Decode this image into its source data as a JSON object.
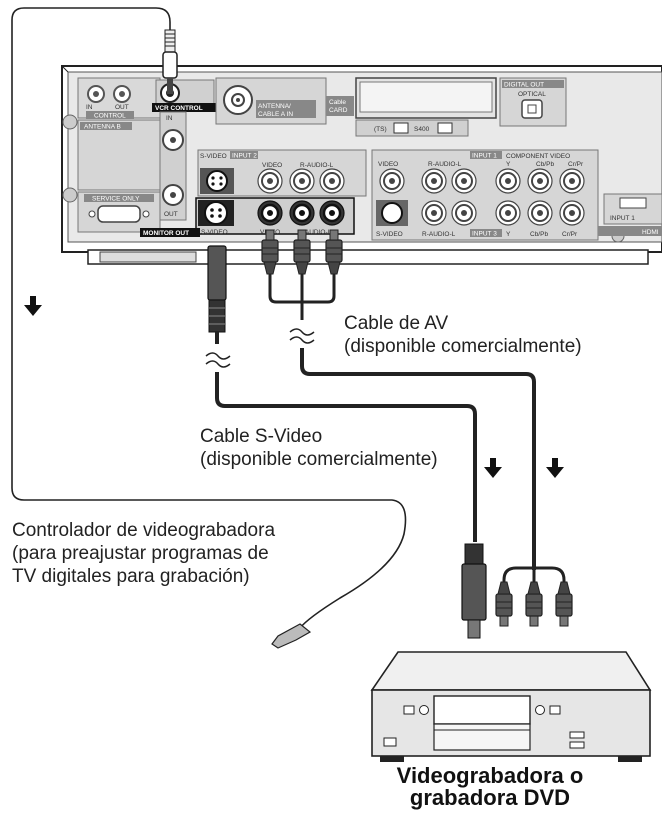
{
  "panel": {
    "vcr_control": "VCR CONTROL",
    "in": "IN",
    "out": "OUT",
    "control": "CONTROL",
    "antenna_b": "ANTENNA B",
    "antenna_a": "ANTENNA/",
    "cable_a_in": "CABLE A IN",
    "cable_card_1": "Cable",
    "cable_card_2": "CARD",
    "ts": "(TS)",
    "s400": "S400",
    "digital_out": "DIGITAL OUT",
    "optical": "OPTICAL",
    "service_only": "SERVICE ONLY",
    "input2": "INPUT 2",
    "input1": "INPUT 1",
    "input3": "INPUT 3",
    "s_video": "S-VIDEO",
    "video": "VIDEO",
    "r_audio_l": "R-AUDIO-L",
    "component_video": "COMPONENT VIDEO",
    "y": "Y",
    "cb_pb": "Cb/Pb",
    "cr_pr": "Cr/Pr",
    "monitor_out": "MONITOR OUT",
    "input1_hdmi": "INPUT 1",
    "hdmi": "HDMI"
  },
  "labels": {
    "av_cable": "Cable de AV",
    "av_cable_note": "(disponible comercialmente)",
    "svideo_cable": "Cable S-Video",
    "svideo_cable_note": "(disponible comercialmente)",
    "vcr_controller_1": "Controlador de videograbadora",
    "vcr_controller_2": "(para preajustar programas de",
    "vcr_controller_3": "TV digitales para grabación)"
  },
  "device": {
    "title_line1": "Videograbadora o",
    "title_line2": "grabadora DVD"
  }
}
